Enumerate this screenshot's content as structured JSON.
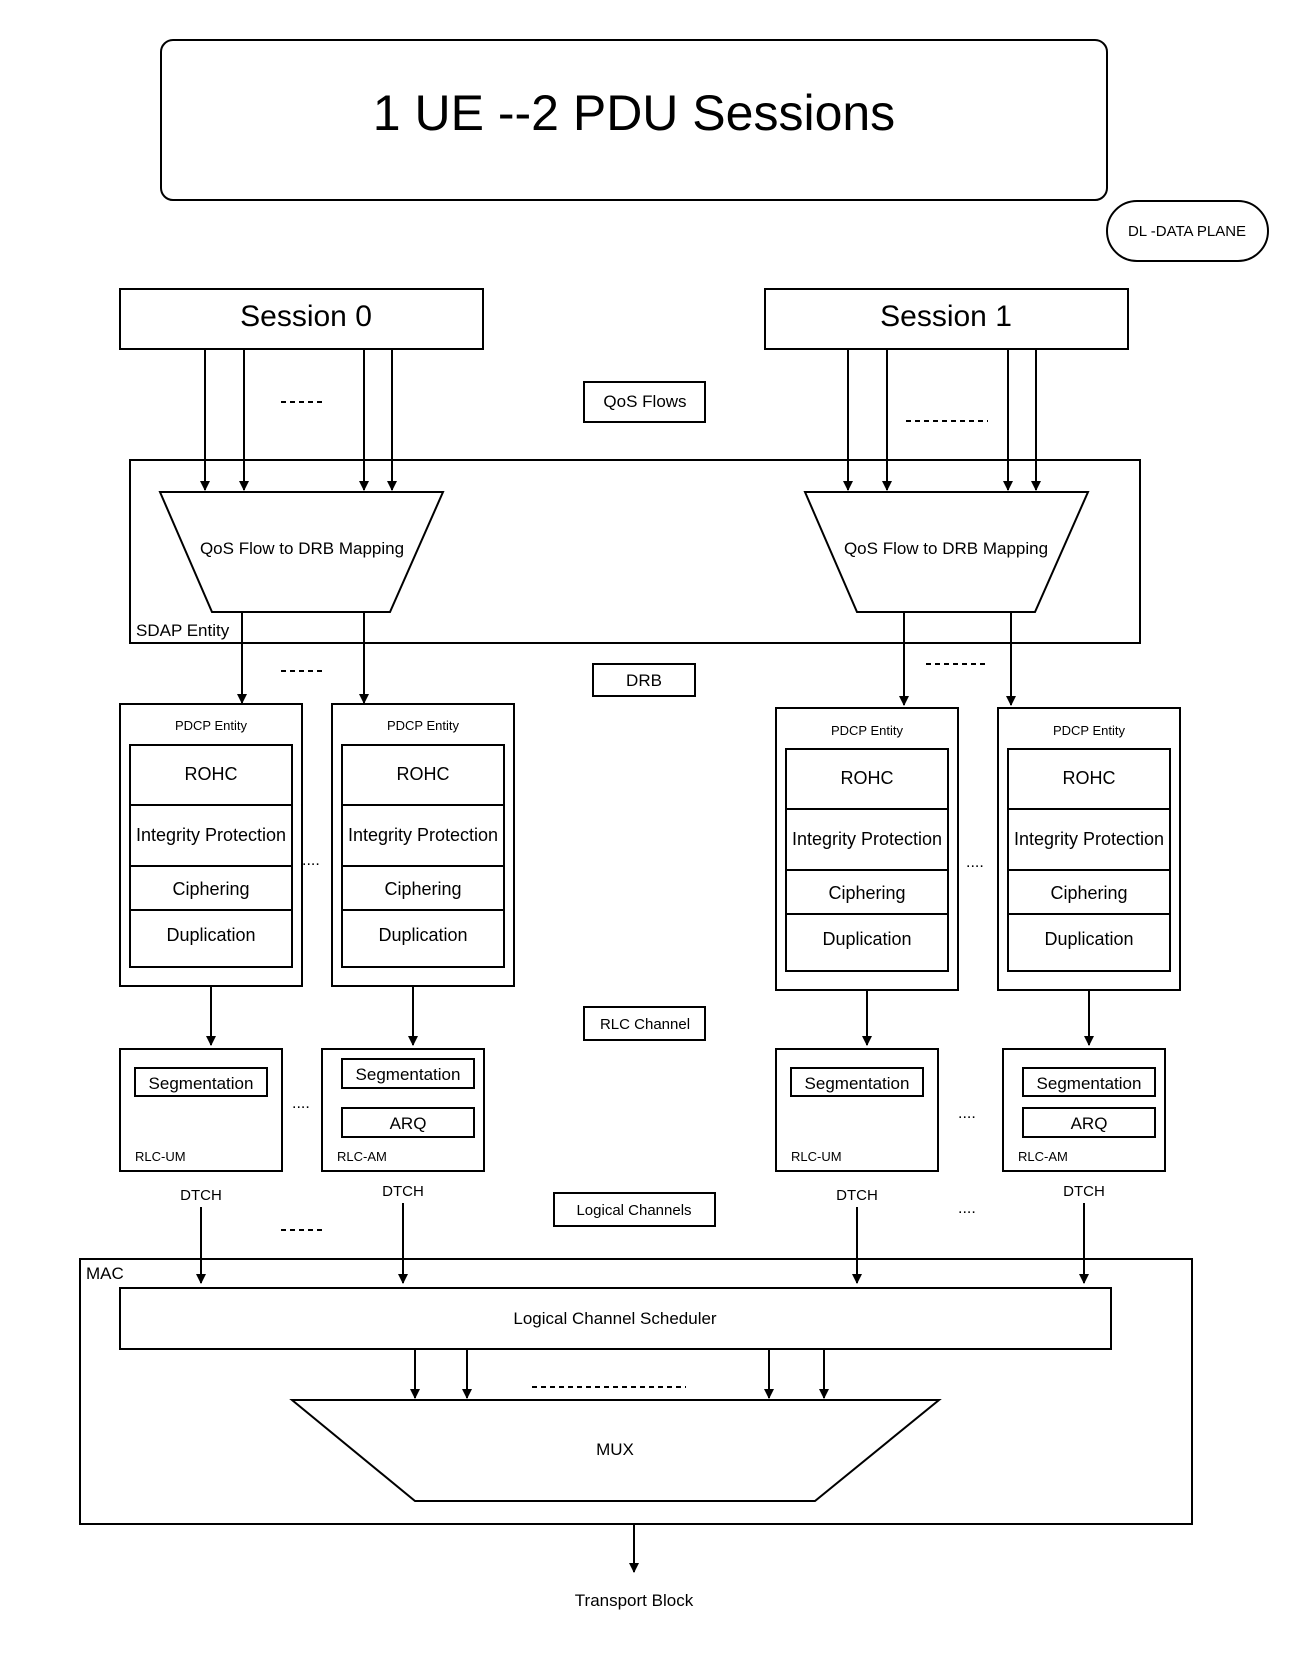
{
  "title": "1 UE --2 PDU Sessions",
  "plane_badge": "DL -DATA PLANE",
  "sessions": [
    "Session 0",
    "Session 1"
  ],
  "labels": {
    "qos_flows": "QoS Flows",
    "drb": "DRB",
    "rlc_channel": "RLC Channel",
    "logical_channels": "Logical Channels",
    "sdap_entity": "SDAP Entity",
    "mac": "MAC",
    "scheduler": "Logical Channel Scheduler",
    "mux": "MUX",
    "transport_block": "Transport Block",
    "dtch": "DTCH"
  },
  "mapping_label": "QoS Flow to DRB Mapping",
  "pdcp": {
    "title": "PDCP Entity",
    "rows": [
      "ROHC",
      "Integrity Protection",
      "Ciphering",
      "Duplication"
    ]
  },
  "rlc": {
    "um": {
      "mode": "RLC-UM",
      "functions": [
        "Segmentation"
      ]
    },
    "am": {
      "mode": "RLC-AM",
      "functions": [
        "Segmentation",
        "ARQ"
      ]
    }
  },
  "ellipsis_dots": "...."
}
